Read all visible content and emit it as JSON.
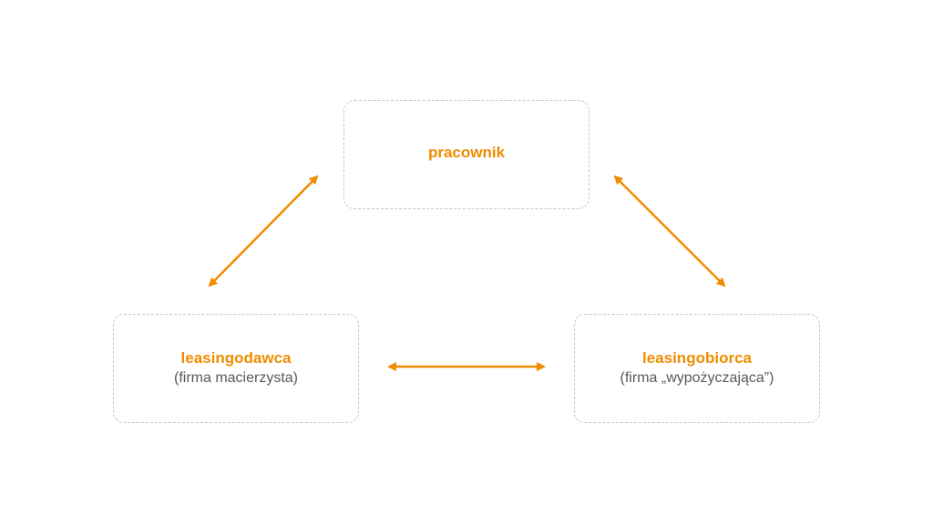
{
  "colors": {
    "accent": "#f08c00",
    "border": "#c8c8c8",
    "subtext": "#595959"
  },
  "nodes": {
    "top": {
      "title": "pracownik"
    },
    "left": {
      "title": "leasingodawca",
      "subtitle": "(firma macierzysta)"
    },
    "right": {
      "title": "leasingobiorca",
      "subtitle": "(firma „wypożyczająca”)"
    }
  },
  "connections": [
    {
      "from": "left",
      "to": "top",
      "direction": "both"
    },
    {
      "from": "top",
      "to": "right",
      "direction": "both"
    },
    {
      "from": "left",
      "to": "right",
      "direction": "both"
    }
  ]
}
